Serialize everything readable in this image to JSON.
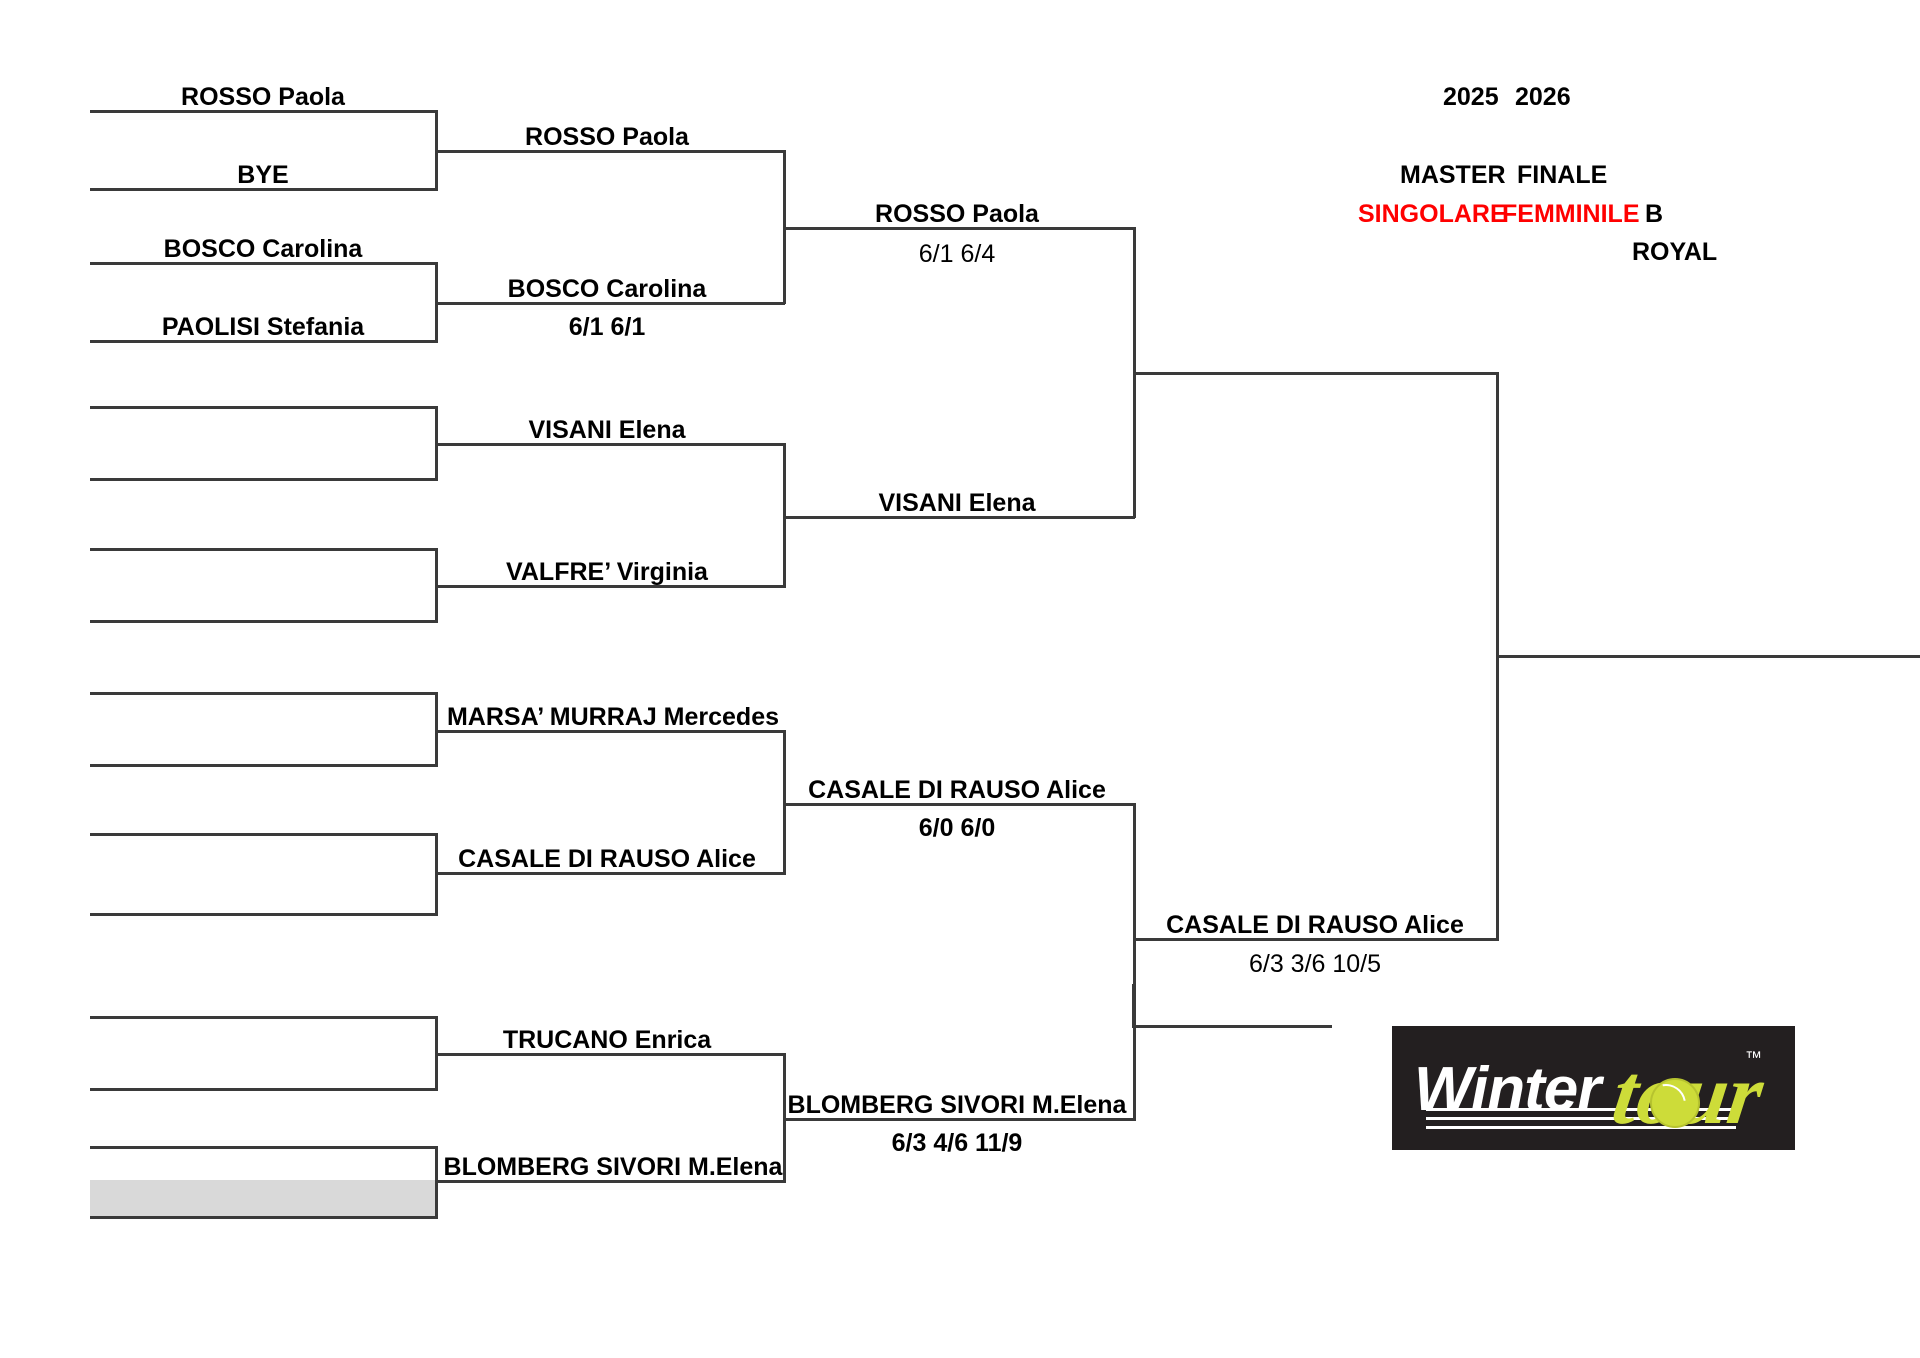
{
  "header": {
    "season_start": "2025",
    "season_end": "2026",
    "line2_left": "MASTER",
    "line2_right": "FINALE",
    "line3_left": "SINGOLARE",
    "line3_mid": "FEMMINILE",
    "line3_right": "B",
    "venue": "ROYAL",
    "accent_red": "#ff0000"
  },
  "logo": {
    "word_primary": "Winter",
    "word_secondary": "tour",
    "trademark": "™",
    "bg": "#231f20",
    "primary_color": "#ffffff",
    "secondary_color": "#cddc39"
  },
  "bracket": {
    "round1": [
      {
        "top": "ROSSO Paola",
        "bottom": "BYE"
      },
      {
        "top": "BOSCO Carolina",
        "bottom": "PAOLISI Stefania"
      },
      {
        "top": "",
        "bottom": ""
      },
      {
        "top": "",
        "bottom": ""
      },
      {
        "top": "",
        "bottom": ""
      },
      {
        "top": "",
        "bottom": ""
      },
      {
        "top": "",
        "bottom": ""
      },
      {
        "top": "",
        "bottom": ""
      }
    ],
    "round2": [
      {
        "winner": "ROSSO Paola",
        "score": ""
      },
      {
        "winner": "BOSCO Carolina",
        "score": "6/1 6/1"
      },
      {
        "winner": "VISANI Elena",
        "score": ""
      },
      {
        "winner": "VALFRE’ Virginia",
        "score": ""
      },
      {
        "winner": "MARSA’ MURRAJ  Mercedes",
        "score": ""
      },
      {
        "winner": "CASALE DI RAUSO Alice",
        "score": ""
      },
      {
        "winner": "TRUCANO Enrica",
        "score": ""
      },
      {
        "winner": "BLOMBERG SIVORI M.Elena",
        "score": ""
      }
    ],
    "quarterfinals": [
      {
        "winner": "ROSSO Paola",
        "score": "6/1 6/4"
      },
      {
        "winner": "VISANI Elena",
        "score": ""
      },
      {
        "winner": "CASALE DI RAUSO Alice",
        "score": "6/0 6/0"
      },
      {
        "winner": "BLOMBERG SIVORI M.Elena",
        "score": "6/3 4/6 11/9"
      }
    ],
    "semifinals": [
      {
        "winner": "",
        "score": ""
      },
      {
        "winner": "CASALE DI RAUSO Alice",
        "score": "6/3 3/6 10/5"
      }
    ],
    "final": {
      "winner": "",
      "score": ""
    }
  }
}
